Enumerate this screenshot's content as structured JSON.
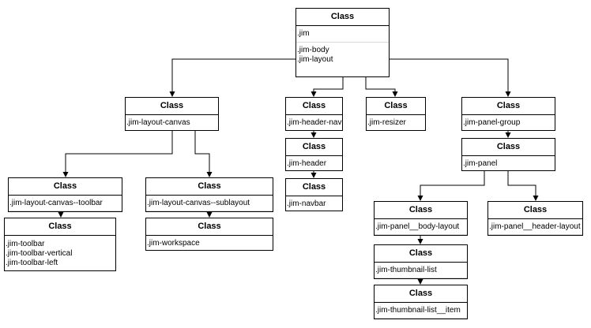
{
  "nodes": [
    {
      "id": "root",
      "title": "Class",
      "sections": [
        [
          ".jim"
        ],
        [
          ".jim-body",
          ".jim-layout"
        ]
      ]
    },
    {
      "id": "layout-canvas",
      "title": "Class",
      "sections": [
        [
          ".jim-layout-canvas"
        ]
      ]
    },
    {
      "id": "header-nav",
      "title": "Class",
      "sections": [
        [
          ".jim-header-nav"
        ]
      ]
    },
    {
      "id": "resizer",
      "title": "Class",
      "sections": [
        [
          ".jim-resizer"
        ]
      ]
    },
    {
      "id": "panel-group",
      "title": "Class",
      "sections": [
        [
          ".jim-panel-group"
        ]
      ]
    },
    {
      "id": "header",
      "title": "Class",
      "sections": [
        [
          ".jim-header"
        ]
      ]
    },
    {
      "id": "navbar",
      "title": "Class",
      "sections": [
        [
          ".jim-navbar"
        ]
      ]
    },
    {
      "id": "panel",
      "title": "Class",
      "sections": [
        [
          ".jim-panel"
        ]
      ]
    },
    {
      "id": "canvas-toolbar",
      "title": "Class",
      "sections": [
        [
          ".jim-layout-canvas--toolbar"
        ]
      ]
    },
    {
      "id": "canvas-sublayout",
      "title": "Class",
      "sections": [
        [
          ".jim-layout-canvas--sublayout"
        ]
      ]
    },
    {
      "id": "toolbar",
      "title": "Class",
      "sections": [
        [
          ".jim-toolbar",
          ".jim-toolbar-vertical",
          ".jim-toolbar-left"
        ]
      ]
    },
    {
      "id": "workspace",
      "title": "Class",
      "sections": [
        [
          ".jim-workspace"
        ]
      ]
    },
    {
      "id": "panel-body",
      "title": "Class",
      "sections": [
        [
          ".jim-panel__body-layout"
        ]
      ]
    },
    {
      "id": "panel-header",
      "title": "Class",
      "sections": [
        [
          ".jim-panel__header-layout"
        ]
      ]
    },
    {
      "id": "thumb-list",
      "title": "Class",
      "sections": [
        [
          ".jim-thumbnail-list"
        ]
      ]
    },
    {
      "id": "thumb-item",
      "title": "Class",
      "sections": [
        [
          ".jim-thumbnail-list__item"
        ]
      ]
    }
  ],
  "edges": [
    {
      "from": "root",
      "to": "layout-canvas"
    },
    {
      "from": "root",
      "to": "header-nav"
    },
    {
      "from": "root",
      "to": "resizer"
    },
    {
      "from": "root",
      "to": "panel-group"
    },
    {
      "from": "header-nav",
      "to": "header"
    },
    {
      "from": "header",
      "to": "navbar"
    },
    {
      "from": "panel-group",
      "to": "panel"
    },
    {
      "from": "layout-canvas",
      "to": "canvas-toolbar"
    },
    {
      "from": "layout-canvas",
      "to": "canvas-sublayout"
    },
    {
      "from": "canvas-toolbar",
      "to": "toolbar"
    },
    {
      "from": "canvas-sublayout",
      "to": "workspace"
    },
    {
      "from": "panel",
      "to": "panel-body"
    },
    {
      "from": "panel",
      "to": "panel-header"
    },
    {
      "from": "panel-body",
      "to": "thumb-list"
    },
    {
      "from": "thumb-list",
      "to": "thumb-item"
    }
  ]
}
